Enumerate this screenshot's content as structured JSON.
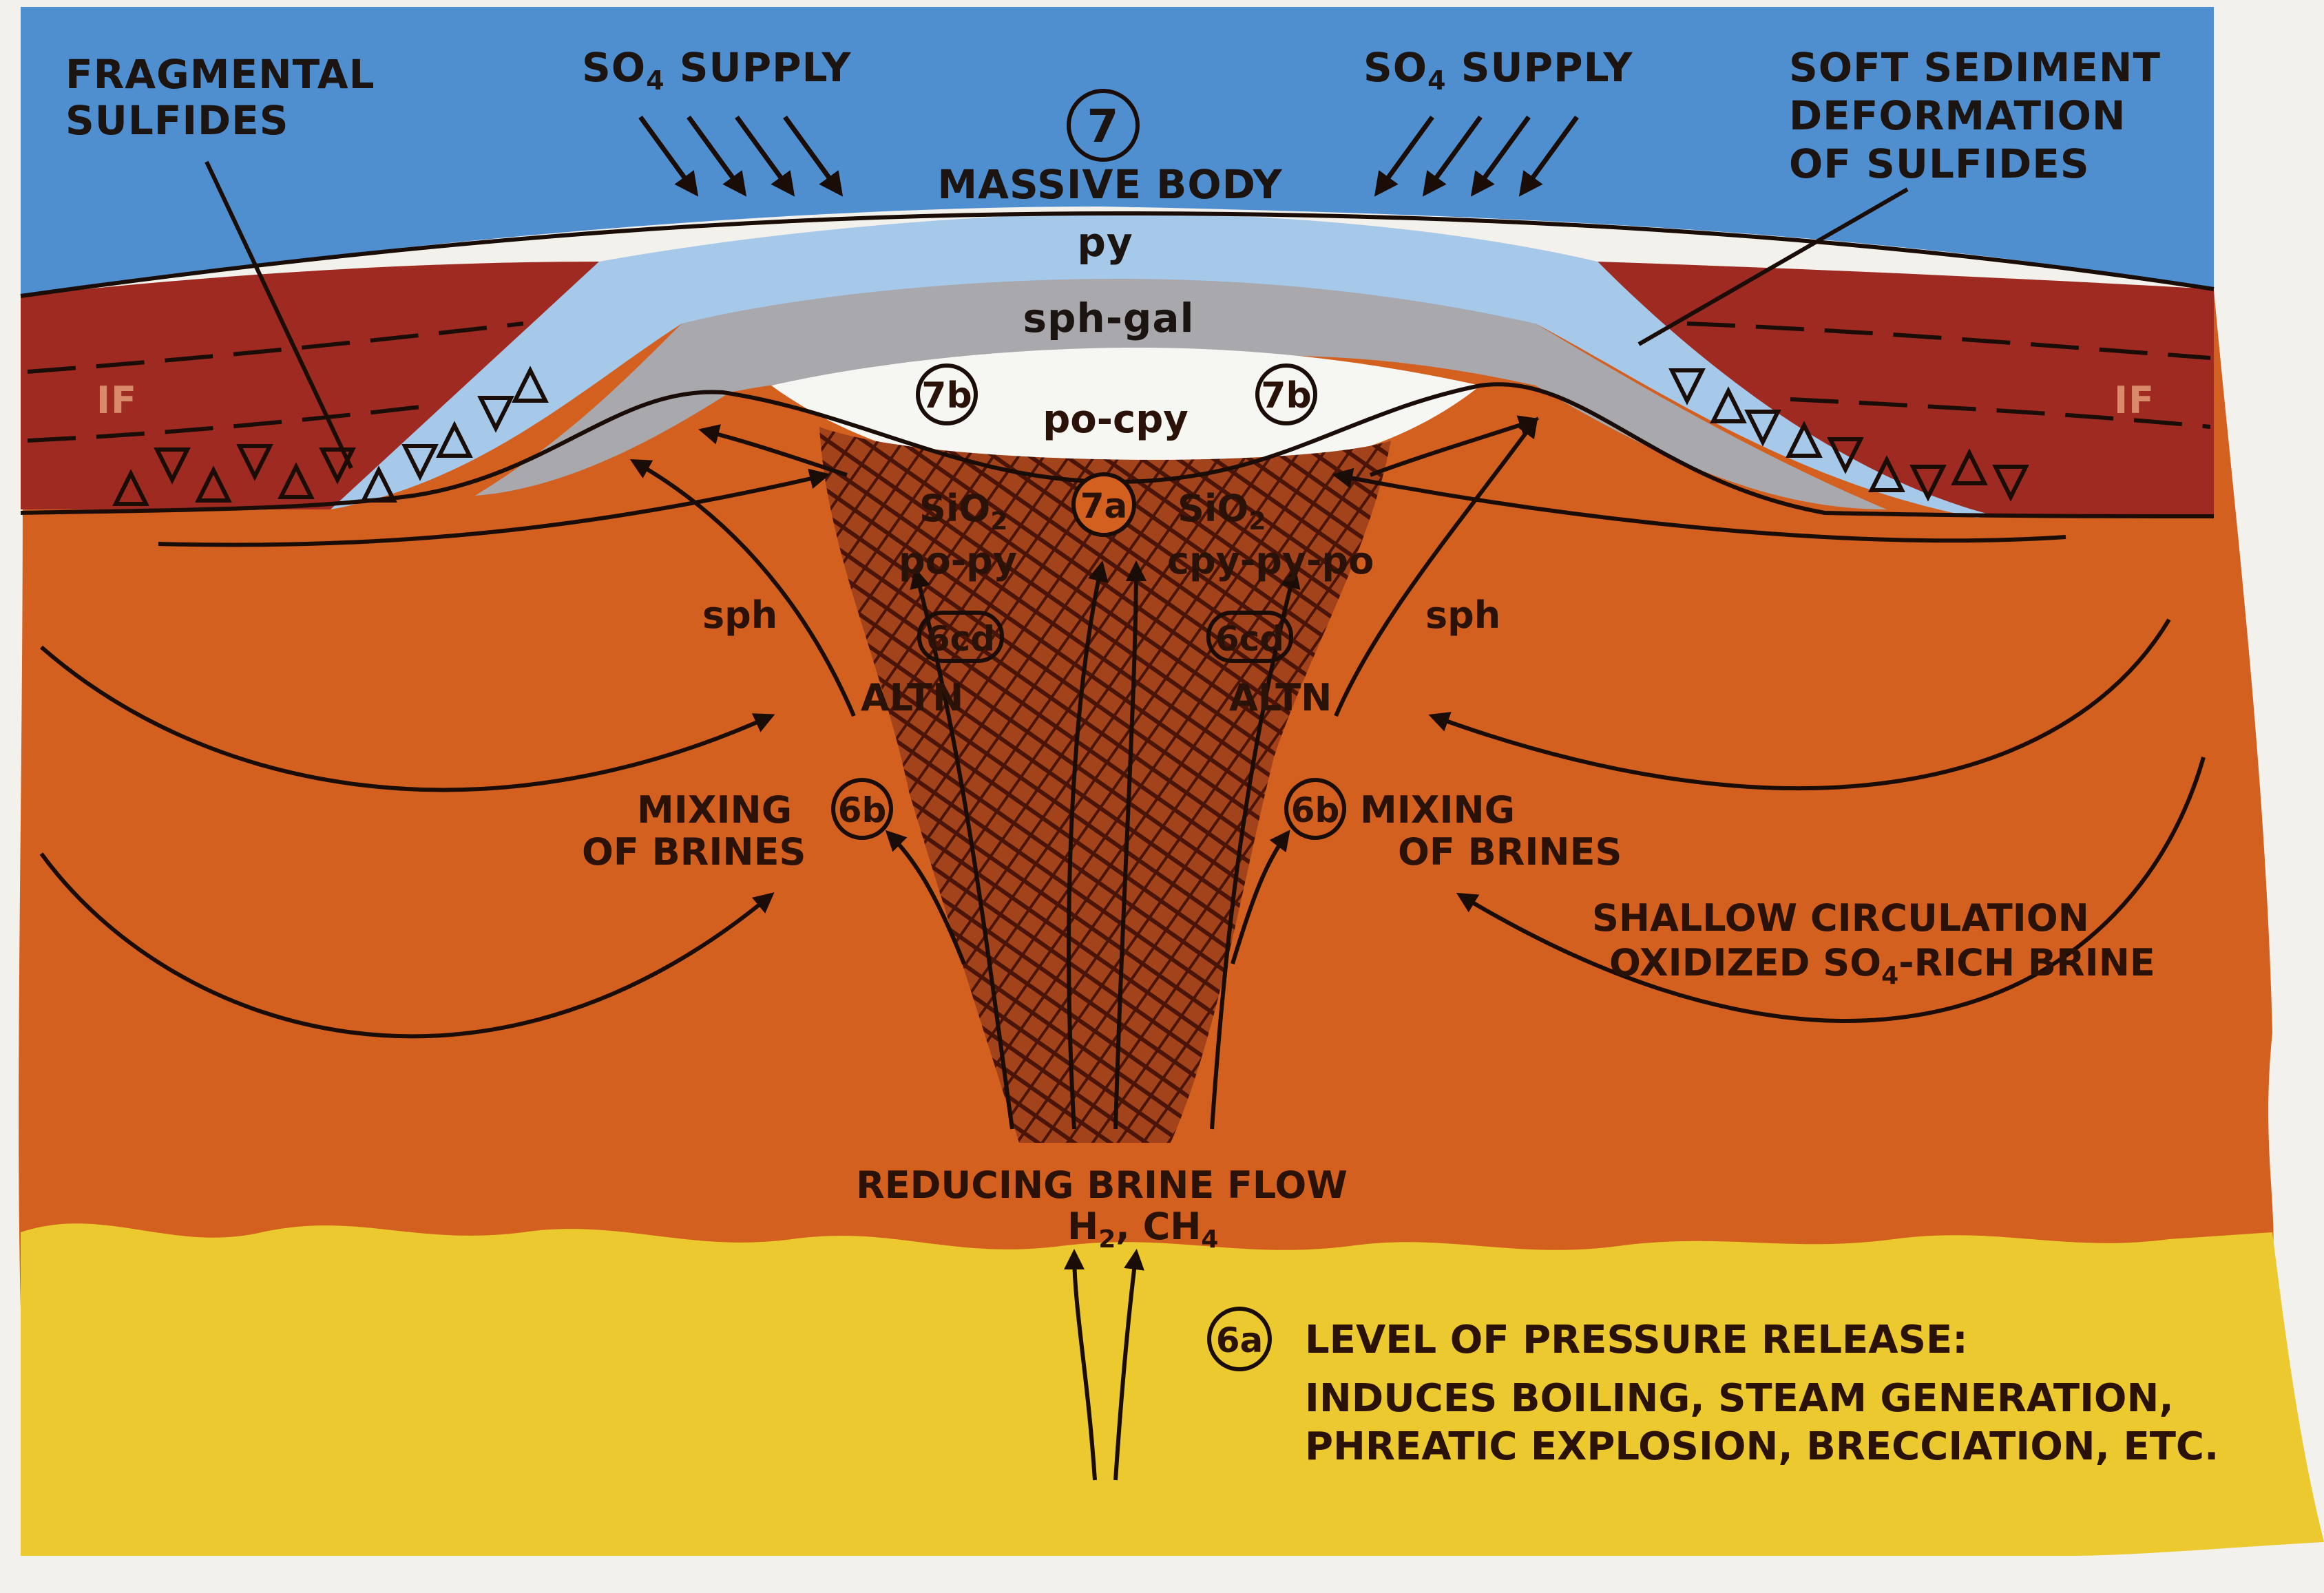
{
  "labels": {
    "fragmental_1": "FRAGMENTAL",
    "fragmental_2": "SULFIDES",
    "so4_supply_left": "SO",
    "so4_supply_right": "SO",
    "so4_sub": "4",
    "supply_word": " SUPPLY",
    "massive_body_num": "7",
    "massive_body": "MASSIVE BODY",
    "soft_1": "SOFT SEDIMENT",
    "soft_2": "DEFORMATION",
    "soft_3": "OF SULFIDES",
    "py": "py",
    "sph_gal": "sph-gal",
    "if_left": "IF",
    "if_right": "IF",
    "c7b": "7b",
    "po_cpy": "po-cpy",
    "c7a": "7a",
    "sio2": "SiO",
    "sio2_sub": "2",
    "po_py": "po-py",
    "cpy_py_po": "cpy-py-po",
    "sph": "sph",
    "c6cd": "6cd",
    "altn": "ALTN",
    "c6b": "6b",
    "mixing": "MIXING",
    "of_brines": "OF BRINES",
    "shallow_1": "SHALLOW CIRCULATION",
    "shallow_2a": "OXIDIZED SO",
    "shallow_2b": "-RICH BRINE",
    "reducing": "REDUCING BRINE FLOW",
    "h2": "H",
    "h2_sub": "2",
    "ch4": ", CH",
    "ch4_sub": "4",
    "c6a": "6a",
    "pressure_1": "LEVEL OF PRESSURE RELEASE:",
    "pressure_2": "INDUCES BOILING, STEAM GENERATION,",
    "pressure_3": "PHREATIC EXPLOSION, BRECCIATION, ETC."
  },
  "colors": {
    "sea": "#4f8fd0",
    "red_sediment": "#9e2a22",
    "orange_host": "#d4601f",
    "yellow_base": "#ecc92f",
    "sph_gal": "#a8a8ad",
    "py_layer": "#a6c9ea",
    "po_cpy": "#f6f6f3",
    "stockwork": "#7a2a14"
  }
}
